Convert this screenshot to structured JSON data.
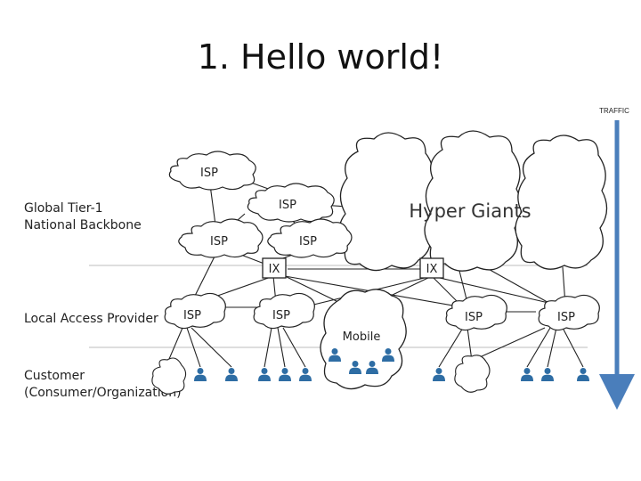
{
  "slide": {
    "title": "1. Hello world!"
  },
  "traffic_label": "TRAFFIC",
  "tiers": {
    "global": [
      "Global Tier-1",
      "National Backbone"
    ],
    "local": "Local Access Provider",
    "customer": [
      "Customer",
      "(Consumer/Organization)"
    ]
  },
  "nodes": {
    "isp": "ISP",
    "ix": "IX",
    "mobile": "Mobile",
    "hyper_giants": "Hyper Giants"
  },
  "colors": {
    "arrow": "#4a7ebb",
    "user": "#2e6da4",
    "divider": "#bdbdbd",
    "line": "#222222"
  }
}
